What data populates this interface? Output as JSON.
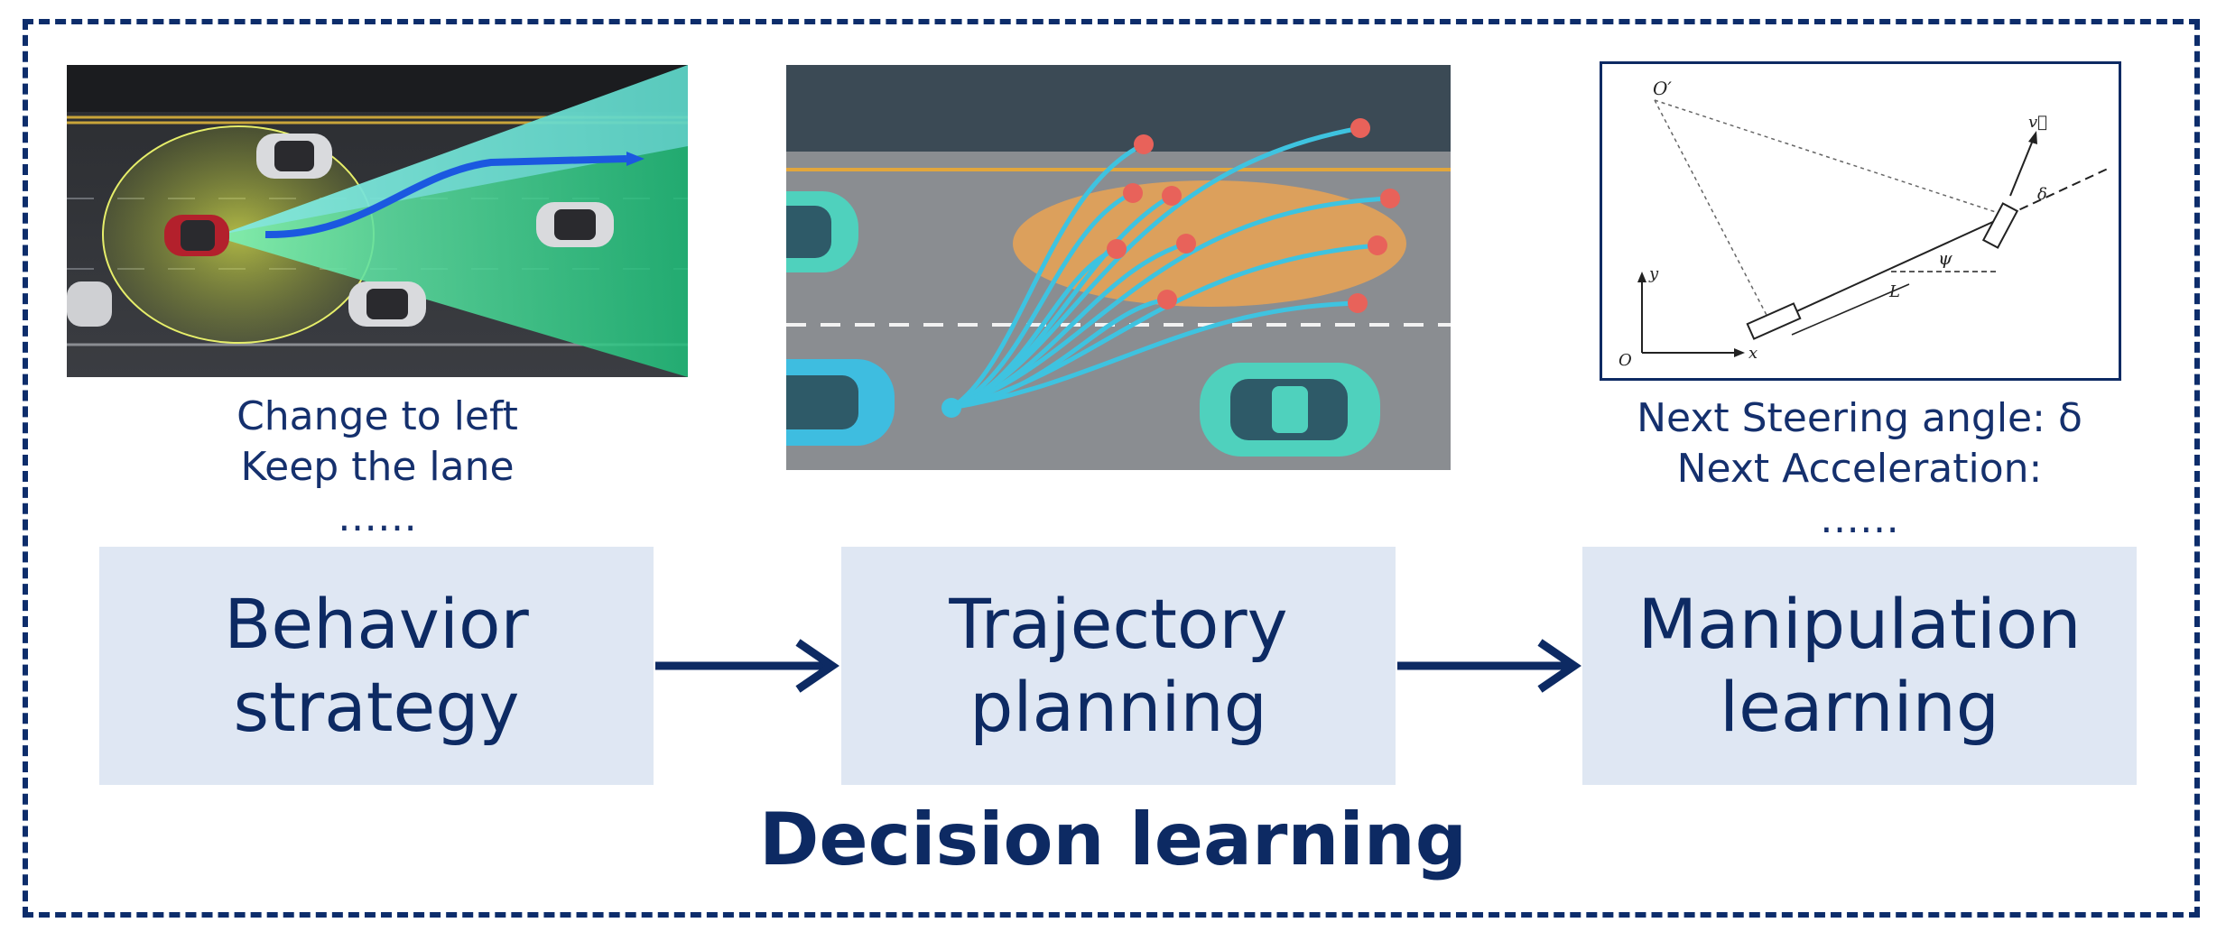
{
  "title": "Decision learning",
  "stages": [
    {
      "label_line1": "Behavior",
      "label_line2": "strategy"
    },
    {
      "label_line1": "Trajectory",
      "label_line2": "planning"
    },
    {
      "label_line1": "Manipulation",
      "label_line2": "learning"
    }
  ],
  "behavior_captions": [
    "Change to left",
    "Keep the lane",
    "……"
  ],
  "manipulation_captions": [
    "Next Steering angle: δ",
    "Next Acceleration:",
    "……"
  ],
  "vehicle_model_labels": {
    "origin_prime": "O′",
    "velocity": "v⃗",
    "delta": "δ",
    "psi": "ψ",
    "length": "L",
    "y_axis": "y",
    "x_axis": "x",
    "origin": "O"
  },
  "colors": {
    "frame": "#0d2d6b",
    "box_fill": "#dfe7f3",
    "text": "#0d2a63",
    "trajectory": "#3ec3e0",
    "goal_point": "#e8625a",
    "goal_region": "#e0a15a"
  }
}
